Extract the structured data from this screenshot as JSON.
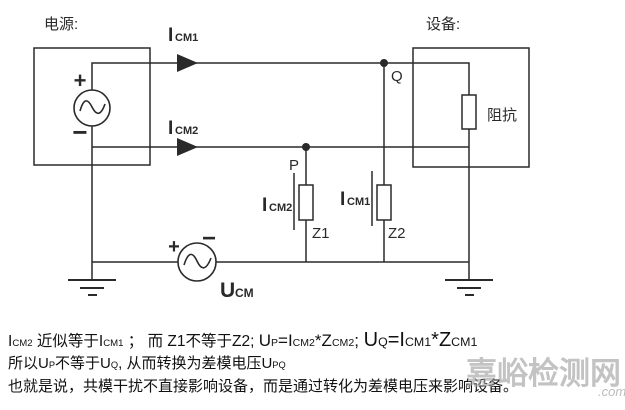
{
  "diagram": {
    "power_label": "电源:",
    "device_label": "设备:",
    "impedance_label": "阻抗",
    "node_q": "Q",
    "node_p": "P",
    "z1_label": "Z1",
    "z2_label": "Z2",
    "icm1_wire": {
      "main": "I",
      "sub": "CM1"
    },
    "icm2_wire": {
      "main": "I",
      "sub": "CM2"
    },
    "icm2_branch": {
      "main": "I",
      "sub": "CM2"
    },
    "icm1_branch": {
      "main": "I",
      "sub": "CM1"
    },
    "ucm_label": {
      "main": "U",
      "sub": "CM"
    },
    "source_plus": "+",
    "source_minus": "−",
    "ucm_plus": "+",
    "ucm_minus": "−"
  },
  "caption": {
    "line1": {
      "i1": "I",
      "i1s": "CM2",
      "mid1": " 近似等于",
      "i2": "I",
      "i2s": "CM1",
      "mid2": " ； 而 Z1不等于Z2; ",
      "f1u": "U",
      "f1us": "P",
      "f1eq": "=",
      "f1i": "I",
      "f1is": "CM2",
      "f1star": "*",
      "f1z": "Z",
      "f1zs": "CM2",
      "f1end": "; ",
      "f2u": "U",
      "f2us": "Q",
      "f2eq": "=",
      "f2i": "I",
      "f2is": "CM1",
      "f2star": "*",
      "f2z": "Z",
      "f2zs": "CM1"
    },
    "line2": {
      "a": "所以U",
      "asub": "P",
      "b": "不等于U",
      "bsub": "Q",
      "c": ", 从而转换为差模电压U",
      "csub": "PQ"
    },
    "line3": "也就是说，共模干扰不直接影响设备，而是通过转化为差模电压来影响设备。"
  },
  "watermark": {
    "text": "嘉峪检测网",
    "suffix": ".com"
  },
  "colors": {
    "line": "#2a2a2a",
    "watermark": "#9f9f9f",
    "background": "#ffffff"
  }
}
